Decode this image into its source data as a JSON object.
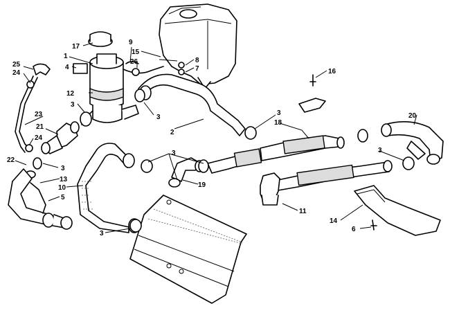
{
  "callouts": [
    {
      "id": "c17",
      "text": "17"
    },
    {
      "id": "c1",
      "text": "1"
    },
    {
      "id": "c4",
      "text": "4"
    },
    {
      "id": "c12",
      "text": "12"
    },
    {
      "id": "c3a",
      "text": "3"
    },
    {
      "id": "c9",
      "text": "9"
    },
    {
      "id": "c15",
      "text": "15"
    },
    {
      "id": "c26",
      "text": "26"
    },
    {
      "id": "c8",
      "text": "8"
    },
    {
      "id": "c7",
      "text": "7"
    },
    {
      "id": "c25",
      "text": "25"
    },
    {
      "id": "c24a",
      "text": "24"
    },
    {
      "id": "c23",
      "text": "23"
    },
    {
      "id": "c21",
      "text": "21"
    },
    {
      "id": "c24b",
      "text": "24"
    },
    {
      "id": "c22",
      "text": "22"
    },
    {
      "id": "c3b",
      "text": "3"
    },
    {
      "id": "c13",
      "text": "13"
    },
    {
      "id": "c10",
      "text": "10"
    },
    {
      "id": "c5",
      "text": "5"
    },
    {
      "id": "c3c",
      "text": "3"
    },
    {
      "id": "c2",
      "text": "2"
    },
    {
      "id": "c3d",
      "text": "3"
    },
    {
      "id": "c3e",
      "text": "3"
    },
    {
      "id": "c19",
      "text": "19"
    },
    {
      "id": "c3f",
      "text": "3"
    },
    {
      "id": "c18",
      "text": "18"
    },
    {
      "id": "c16",
      "text": "16"
    },
    {
      "id": "c20",
      "text": "20"
    },
    {
      "id": "c3g",
      "text": "3"
    },
    {
      "id": "c11",
      "text": "11"
    },
    {
      "id": "c14",
      "text": "14"
    },
    {
      "id": "c6",
      "text": "6"
    }
  ]
}
